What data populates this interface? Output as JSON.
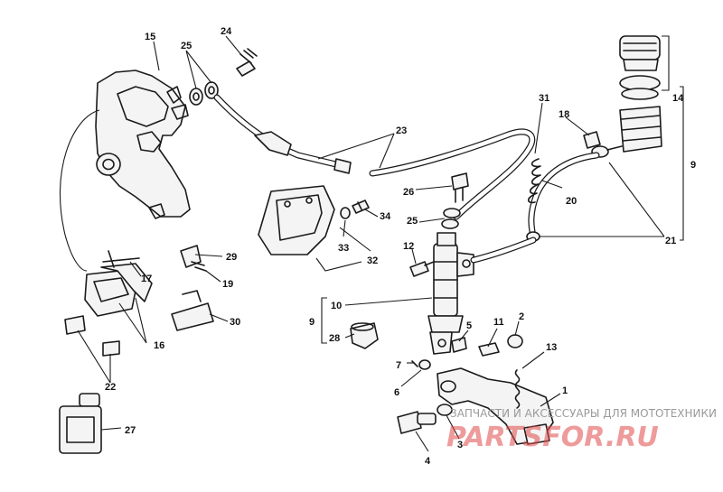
{
  "callouts": {
    "c1": "1",
    "c2": "2",
    "c3": "3",
    "c4": "4",
    "c5": "5",
    "c6": "6",
    "c7": "7",
    "c9_right": "9",
    "c9_left": "9",
    "c10": "10",
    "c11": "11",
    "c12": "12",
    "c13": "13",
    "c14": "14",
    "c15": "15",
    "c16": "16",
    "c17": "17",
    "c18": "18",
    "c19": "19",
    "c20": "20",
    "c21": "21",
    "c22": "22",
    "c23": "23",
    "c24": "24",
    "c25_top": "25",
    "c25_mid": "25",
    "c26": "26",
    "c27": "27",
    "c28": "28",
    "c29": "29",
    "c30": "30",
    "c31": "31",
    "c32": "32",
    "c33": "33",
    "c34": "34"
  },
  "watermark": {
    "tagline": "ЗАПЧАСТИ И АКСЕССУАРЫ ДЛЯ МОТОТЕХНИКИ",
    "logo": "PARTSFOR.RU"
  },
  "colors": {
    "line": "#1a1a1a",
    "watermark_logo": "#e04848",
    "watermark_text": "#9a9a9a"
  }
}
